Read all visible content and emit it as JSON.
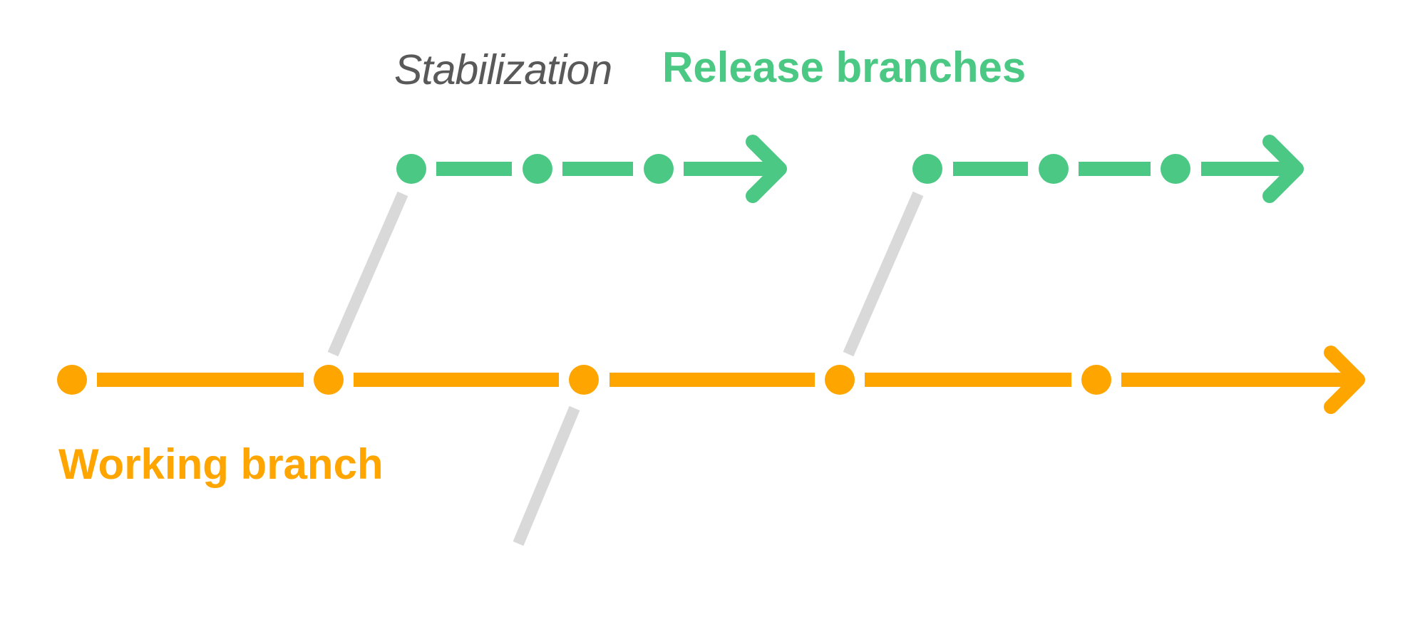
{
  "labels": {
    "stabilization": "Stabilization",
    "release_branches": "Release branches",
    "working_branch": "Working branch"
  },
  "colors": {
    "working": "#FFA500",
    "release": "#4BC884",
    "connector": "#D9D9D9",
    "stabilization_text": "#595959"
  }
}
